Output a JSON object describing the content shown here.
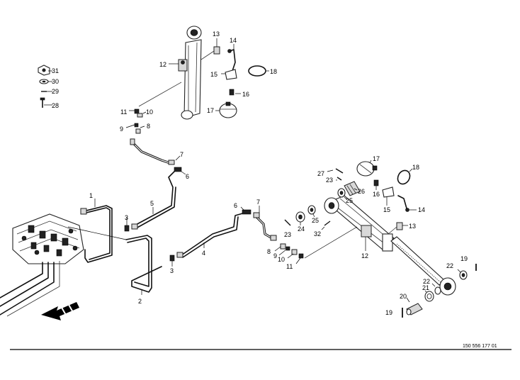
{
  "labels": {
    "l1": "1",
    "l2": "2",
    "l3a": "3",
    "l3b": "3",
    "l4": "4",
    "l5": "5",
    "l6a": "6",
    "l6b": "6",
    "l7a": "7",
    "l7b": "7",
    "l8a": "8",
    "l8b": "8",
    "l9a": "9",
    "l9b": "9",
    "l10a": "10",
    "l10b": "10",
    "l11a": "11",
    "l11b": "11",
    "l12a": "12",
    "l12b": "12",
    "l13a": "13",
    "l13b": "13",
    "l14a": "14",
    "l14b": "14",
    "l15a": "15",
    "l15b": "15",
    "l16a": "16",
    "l16b": "16",
    "l17a": "17",
    "l17b": "17",
    "l18a": "18",
    "l18b": "18",
    "l19a": "19",
    "l19b": "19",
    "l20": "20",
    "l21": "21",
    "l22a": "22",
    "l22b": "22",
    "l23a": "23",
    "l23b": "23",
    "l24": "24",
    "l25a": "25",
    "l25b": "25",
    "l26": "26",
    "l27": "27",
    "l28": "28",
    "l29": "29",
    "l30": "30",
    "l31": "31",
    "l32": "32"
  },
  "document_number": "150 556 177 01",
  "colors": {
    "line": "#000000",
    "background": "#ffffff"
  }
}
